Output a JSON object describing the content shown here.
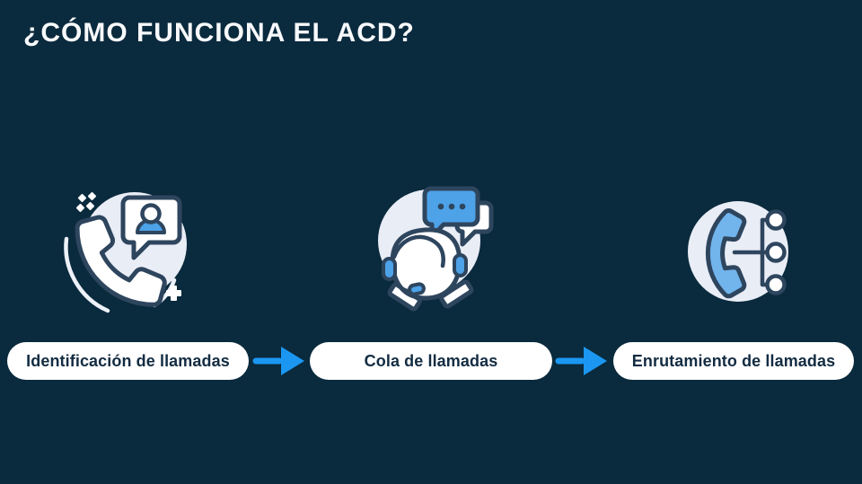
{
  "title": "¿CÓMO FUNCIONA EL ACD?",
  "colors": {
    "background": "#0a2a3d",
    "title_text": "#f7f9fb",
    "pill_bg": "#ffffff",
    "pill_text": "#132c42",
    "arrow": "#1b97f2",
    "icon_circle": "#e9edf6",
    "icon_stroke": "#2e455e",
    "icon_blue": "#4da2e8",
    "icon_blue_light": "#72b4ec"
  },
  "steps": [
    {
      "label": "Identificación de llamadas",
      "icon": "caller-id-phone-icon"
    },
    {
      "label": "Cola de llamadas",
      "icon": "support-agent-icon"
    },
    {
      "label": "Enrutamiento de llamadas",
      "icon": "call-routing-icon"
    }
  ]
}
